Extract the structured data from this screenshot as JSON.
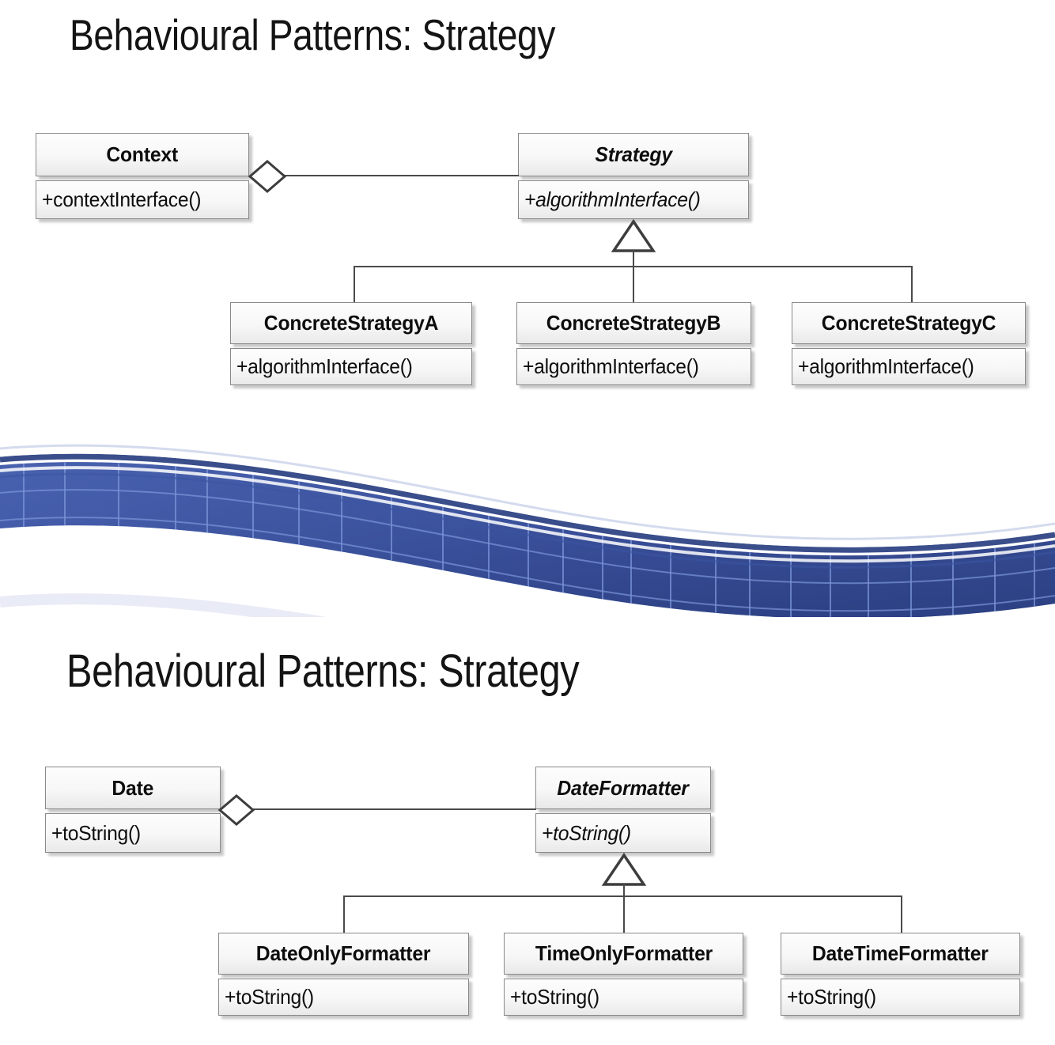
{
  "slides": [
    {
      "title": "Behavioural Patterns: Strategy",
      "diagram": {
        "classes": [
          {
            "id": "context",
            "name": "Context",
            "abstract": false,
            "operations": [
              "+contextInterface()"
            ]
          },
          {
            "id": "strategy",
            "name": "Strategy",
            "abstract": true,
            "operations": [
              "+algorithmInterface()"
            ]
          },
          {
            "id": "csa",
            "name": "ConcreteStrategyA",
            "abstract": false,
            "operations": [
              "+algorithmInterface()"
            ]
          },
          {
            "id": "csb",
            "name": "ConcreteStrategyB",
            "abstract": false,
            "operations": [
              "+algorithmInterface()"
            ]
          },
          {
            "id": "csc",
            "name": "ConcreteStrategyC",
            "abstract": false,
            "operations": [
              "+algorithmInterface()"
            ]
          }
        ],
        "relations": [
          {
            "type": "aggregation",
            "from": "context",
            "to": "strategy"
          },
          {
            "type": "generalization",
            "from": "csa",
            "to": "strategy"
          },
          {
            "type": "generalization",
            "from": "csb",
            "to": "strategy"
          },
          {
            "type": "generalization",
            "from": "csc",
            "to": "strategy"
          }
        ]
      }
    },
    {
      "title": "Behavioural Patterns: Strategy",
      "diagram": {
        "classes": [
          {
            "id": "date",
            "name": "Date",
            "abstract": false,
            "operations": [
              "+toString()"
            ]
          },
          {
            "id": "fmt",
            "name": "DateFormatter",
            "abstract": true,
            "operations": [
              "+toString()"
            ]
          },
          {
            "id": "dof",
            "name": "DateOnlyFormatter",
            "abstract": false,
            "operations": [
              "+toString()"
            ]
          },
          {
            "id": "tof",
            "name": "TimeOnlyFormatter",
            "abstract": false,
            "operations": [
              "+toString()"
            ]
          },
          {
            "id": "dtf",
            "name": "DateTimeFormatter",
            "abstract": false,
            "operations": [
              "+toString()"
            ]
          }
        ],
        "relations": [
          {
            "type": "aggregation",
            "from": "date",
            "to": "fmt"
          },
          {
            "type": "generalization",
            "from": "dof",
            "to": "fmt"
          },
          {
            "type": "generalization",
            "from": "tof",
            "to": "fmt"
          },
          {
            "type": "generalization",
            "from": "dtf",
            "to": "fmt"
          }
        ]
      }
    }
  ],
  "decor": {
    "band_name": "blue-wave-divider",
    "colors": {
      "blue_dark": "#243a74",
      "blue_mid": "#3a54a0",
      "blue_light": "#4a63b0",
      "grid_line": "#6f8ad0",
      "bar_dark": "#3a3a3a",
      "highlight": "#ffffff"
    }
  },
  "theme": {
    "box_border": "#8a8a8a",
    "box_fill_top": "#fdfdfd",
    "box_fill_bottom": "#e9e9e9",
    "connector": "#4a4a4a",
    "text": "#0d0d0d",
    "page_bg": "#ffffff"
  }
}
